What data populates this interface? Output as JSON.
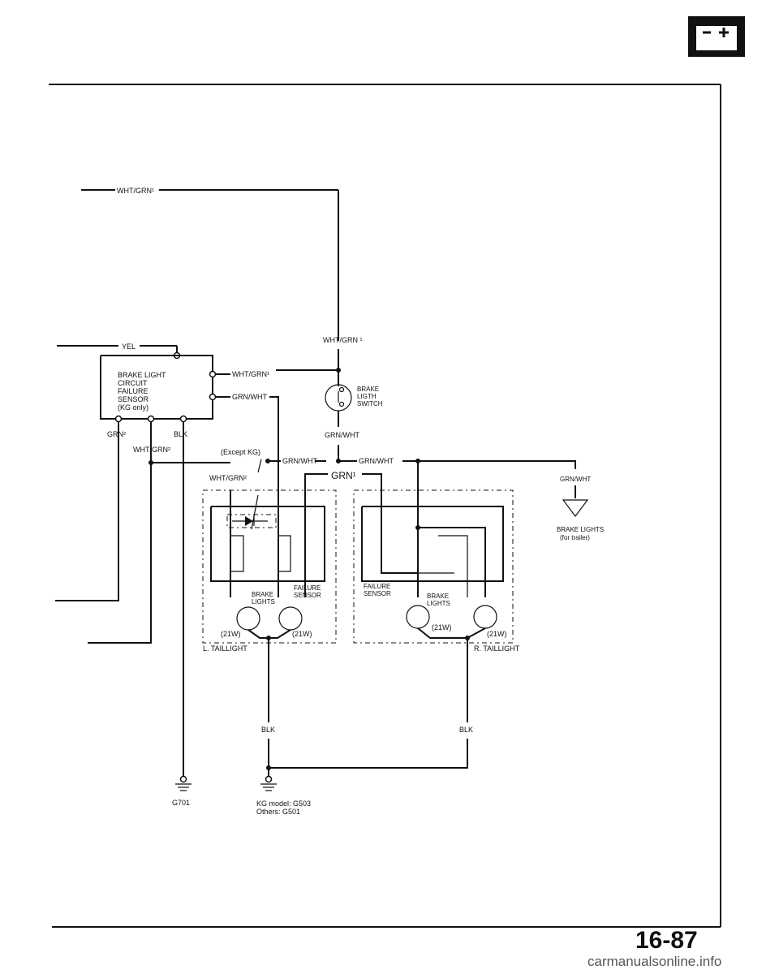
{
  "labels": {
    "wht_grn1_top": "WHT/GRN¹",
    "yel": "YEL",
    "sensor_line1": "BRAKE LIGHT",
    "sensor_line2": "CIRCUIT",
    "sensor_line3": "FAILURE",
    "sensor_line4": "SENSOR",
    "sensor_line5": "(KG only)",
    "wht_grn1_sensor": "WHT/GRN¹",
    "grn_wht_sensor": "GRN/WHT",
    "grn2": "GRN²",
    "blk_sensor": "BLK",
    "wht_grn2_a": "WHT/GRN²",
    "wht_grn1_switch": "WHT/GRN ¹",
    "switch_line1": "BRAKE",
    "switch_line2": "LIGTH",
    "switch_line3": "SWITCH",
    "grn_wht_switch": "GRN/WHT",
    "except_kg": "(Except KG)",
    "grn_wht_mid1": "GRN/WHT",
    "grn_wht_mid2": "GRN/WHT",
    "wht_grn2_b": "WHT/GRN²",
    "grn1": "GRN¹",
    "grn_wht_trailer": "GRN/WHT",
    "trailer_line1": "BRAKE LIGHTS",
    "trailer_line2": "(for trailer)",
    "l_brake_line1": "BRAKE",
    "l_brake_line2": "LIGHTS",
    "l_failure_line1": "FAILURE",
    "l_failure_line2": "SENSOR",
    "l_21w_a": "(21W)",
    "l_21w_b": "(21W)",
    "l_taillight": "L. TAILLIGHT",
    "r_failure_line1": "FAILURE",
    "r_failure_line2": "SENSOR",
    "r_brake_line1": "BRAKE",
    "r_brake_line2": "LIGHTS",
    "r_21w_a": "(21W)",
    "r_21w_b": "(21W)",
    "r_taillight": "R. TAILLIGHT",
    "blk_left": "BLK",
    "blk_right": "BLK",
    "g701": "G701",
    "ground_line1": "KG model: G503",
    "ground_line2": "Others:   G501"
  },
  "icons": {
    "battery": "battery-icon"
  },
  "page_number": "16-87",
  "watermark": "carmanualsonline.info"
}
